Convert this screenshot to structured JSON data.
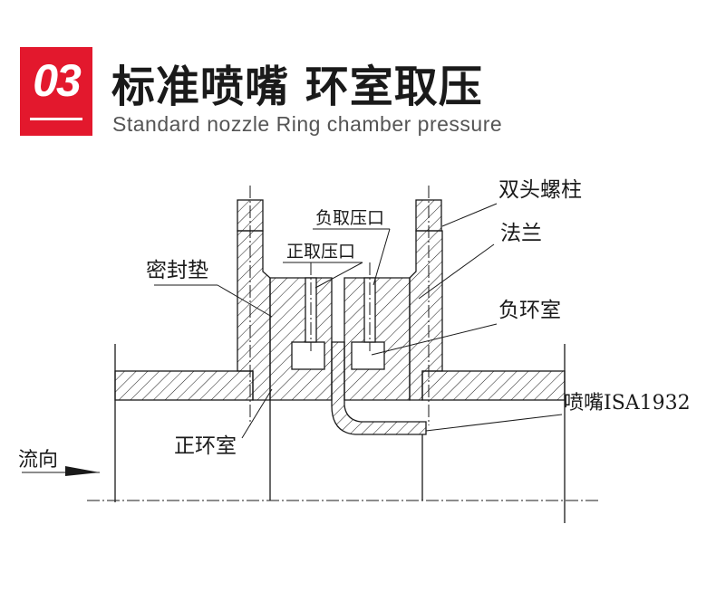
{
  "header": {
    "number": "03",
    "title": "标准喷嘴 环室取压",
    "subtitle": "Standard nozzle    Ring chamber pressure"
  },
  "labels": {
    "stud_bolt": "双头螺柱",
    "negative_port": "负取压口",
    "flange": "法兰",
    "positive_port": "正取压口",
    "gasket": "密封垫",
    "negative_chamber": "负环室",
    "nozzle": "喷嘴ISA1932",
    "positive_chamber": "正环室",
    "flow_direction": "流向"
  },
  "colors": {
    "accent": "#e3182d",
    "line": "#1a1a1a"
  }
}
